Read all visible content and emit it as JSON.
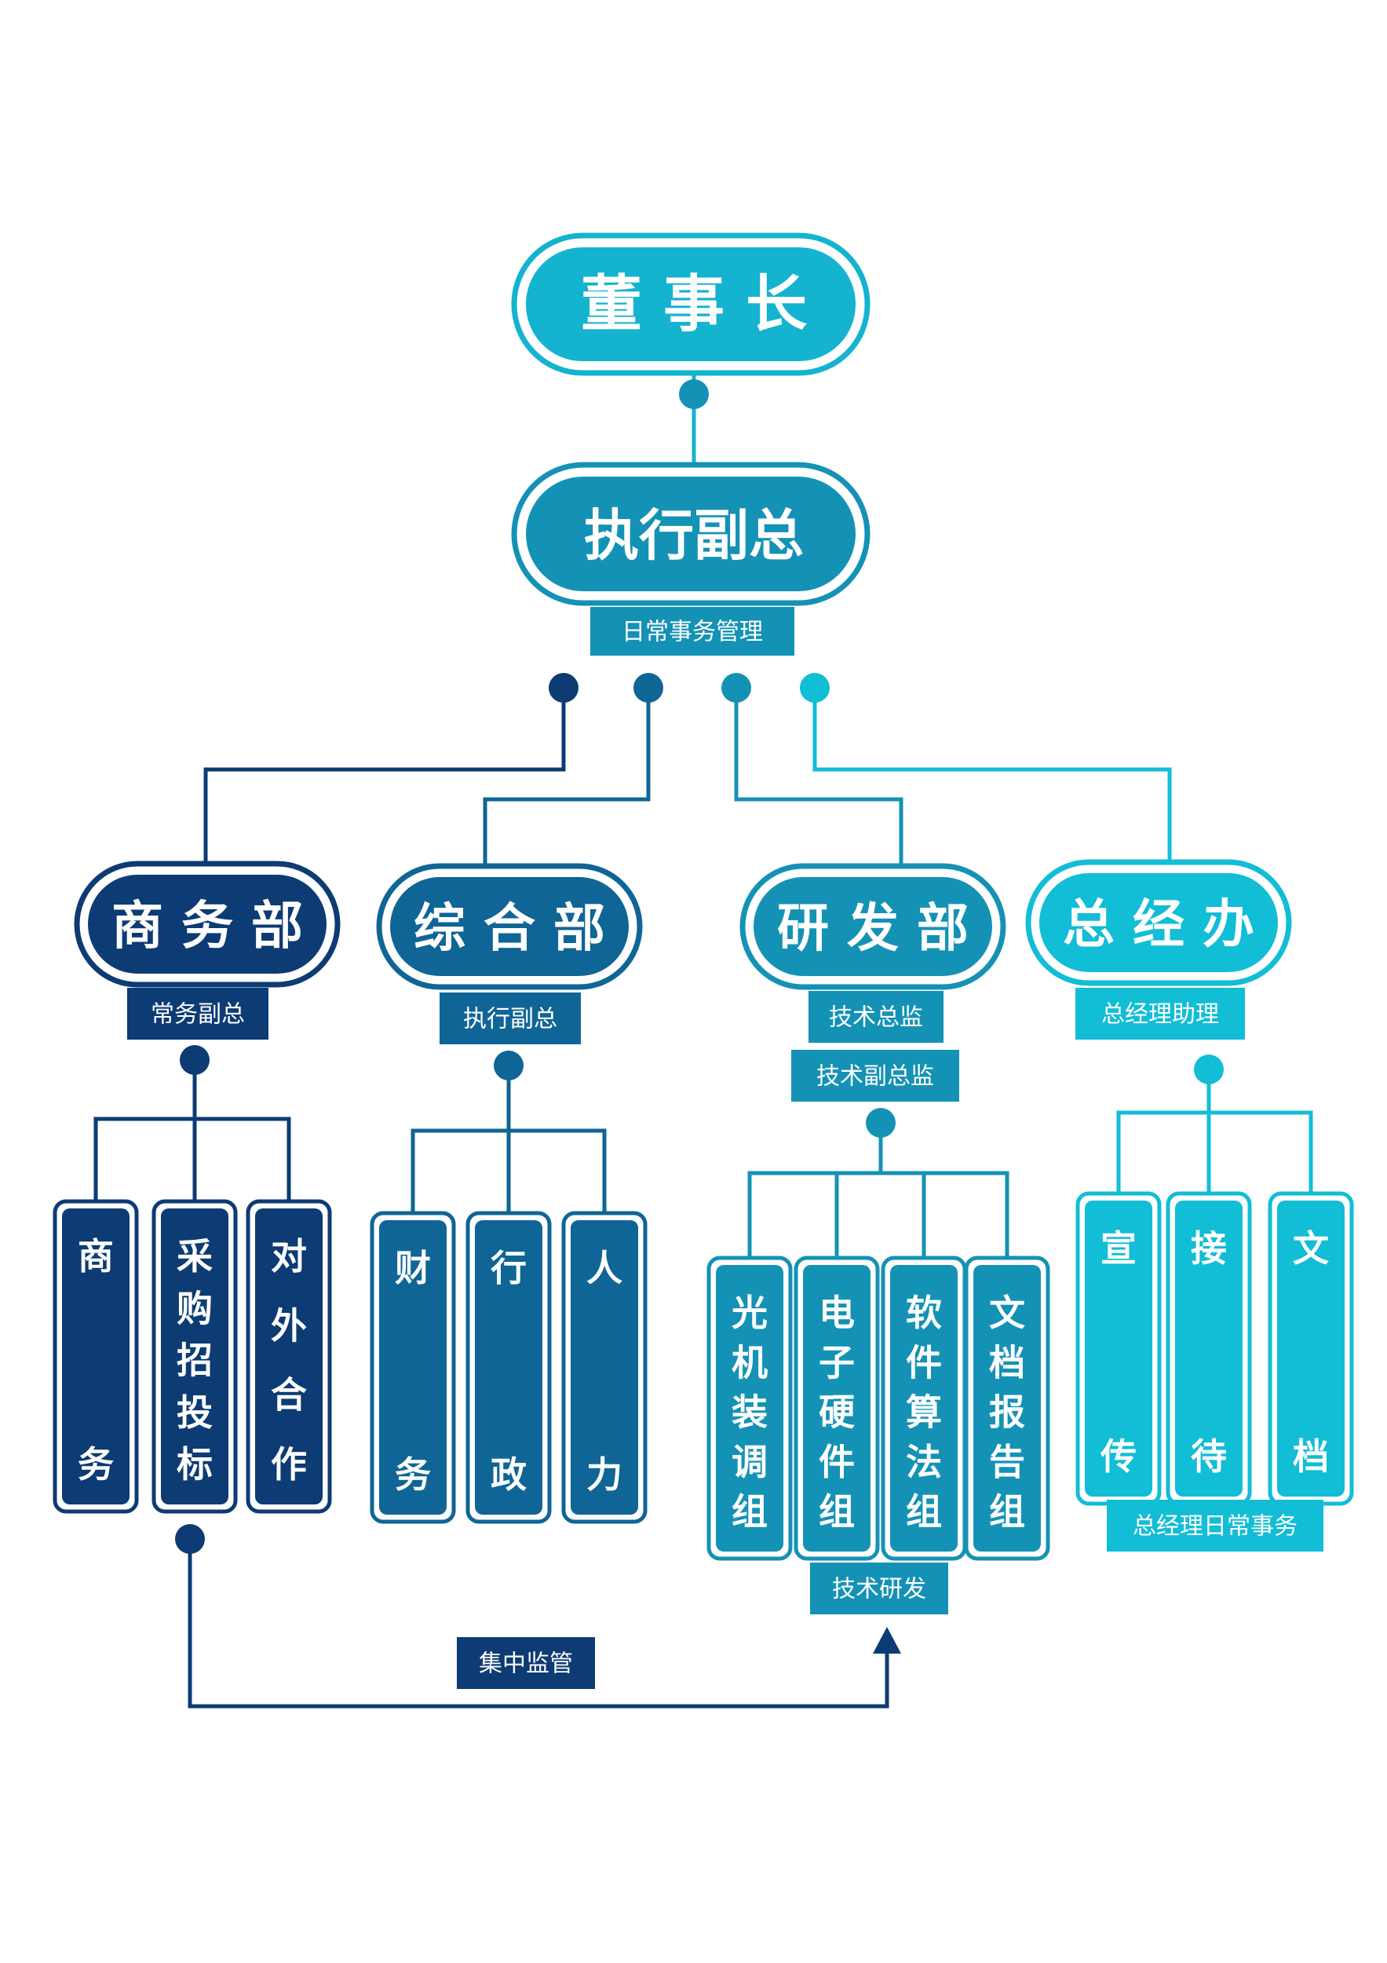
{
  "colors": {
    "navy": "#0d3b73",
    "blue": "#0f6596",
    "teal": "#1492b5",
    "cyan": "#12bdd6",
    "top": "#14b3d0"
  },
  "chairman": {
    "label": "董 事 长"
  },
  "executive": {
    "label": "执行副总",
    "tag": "日常事务管理"
  },
  "departments": [
    {
      "label": "商 务 部",
      "tags": [
        "常务副总"
      ],
      "units": [
        {
          "chars": [
            "商",
            "",
            "务"
          ]
        },
        {
          "chars": [
            "采",
            "购",
            "招",
            "投",
            "标"
          ]
        },
        {
          "chars": [
            "对",
            "外",
            "合",
            "作"
          ]
        }
      ]
    },
    {
      "label": "综 合 部",
      "tags": [
        "执行副总"
      ],
      "units": [
        {
          "chars": [
            "财",
            "",
            "务"
          ]
        },
        {
          "chars": [
            "行",
            "",
            "政"
          ]
        },
        {
          "chars": [
            "人",
            "",
            "力"
          ]
        }
      ]
    },
    {
      "label": "研 发 部",
      "tags": [
        "技术总监",
        "技术副总监"
      ],
      "units": [
        {
          "chars": [
            "光",
            "机",
            "装",
            "调",
            "组"
          ]
        },
        {
          "chars": [
            "电",
            "子",
            "硬",
            "件",
            "组"
          ]
        },
        {
          "chars": [
            "软",
            "件",
            "算",
            "法",
            "组"
          ]
        },
        {
          "chars": [
            "文",
            "档",
            "报",
            "告",
            "组"
          ]
        }
      ],
      "bottom_tag": "技术研发"
    },
    {
      "label": "总 经 办",
      "tags": [
        "总经理助理"
      ],
      "units": [
        {
          "chars": [
            "宣",
            "",
            "传"
          ]
        },
        {
          "chars": [
            "接",
            "",
            "待"
          ]
        },
        {
          "chars": [
            "文",
            "",
            "档"
          ]
        }
      ],
      "bottom_tag": "总经理日常事务"
    }
  ],
  "supervision": {
    "label": "集中监管"
  }
}
